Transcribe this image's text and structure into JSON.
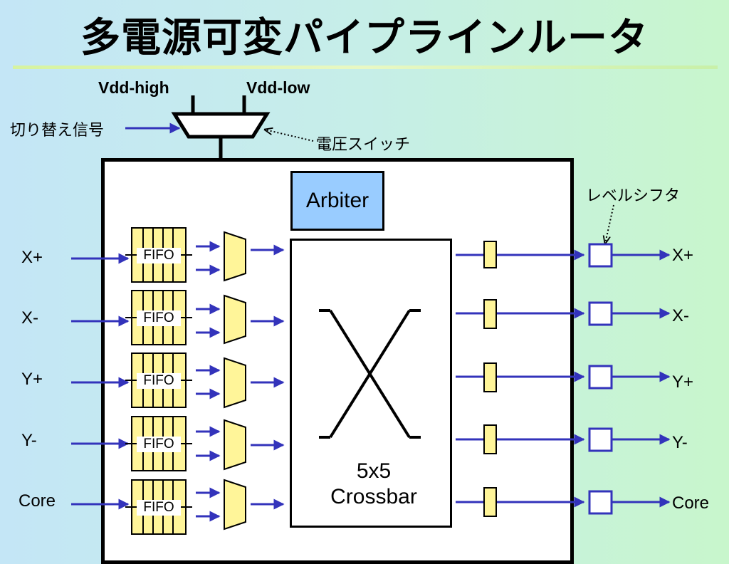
{
  "title": "多電源可変パイプラインルータ",
  "labels": {
    "vdd_high": "Vdd-high",
    "vdd_low": "Vdd-low",
    "switch_signal": "切り替え信号",
    "voltage_switch": "電圧スイッチ",
    "level_shifter": "レベルシフタ",
    "arbiter": "Arbiter",
    "crossbar_line1": "5x5",
    "crossbar_line2": "Crossbar",
    "fifo": "FIFO"
  },
  "inputs": [
    "X+",
    "X-",
    "Y+",
    "Y-",
    "Core"
  ],
  "outputs": [
    "X+",
    "X-",
    "Y+",
    "Y-",
    "Core"
  ],
  "colors": {
    "arrow": "#3333bb",
    "fifo_fill": "#fff599",
    "arbiter_fill": "#99ccff",
    "latch_fill": "#fff599"
  }
}
